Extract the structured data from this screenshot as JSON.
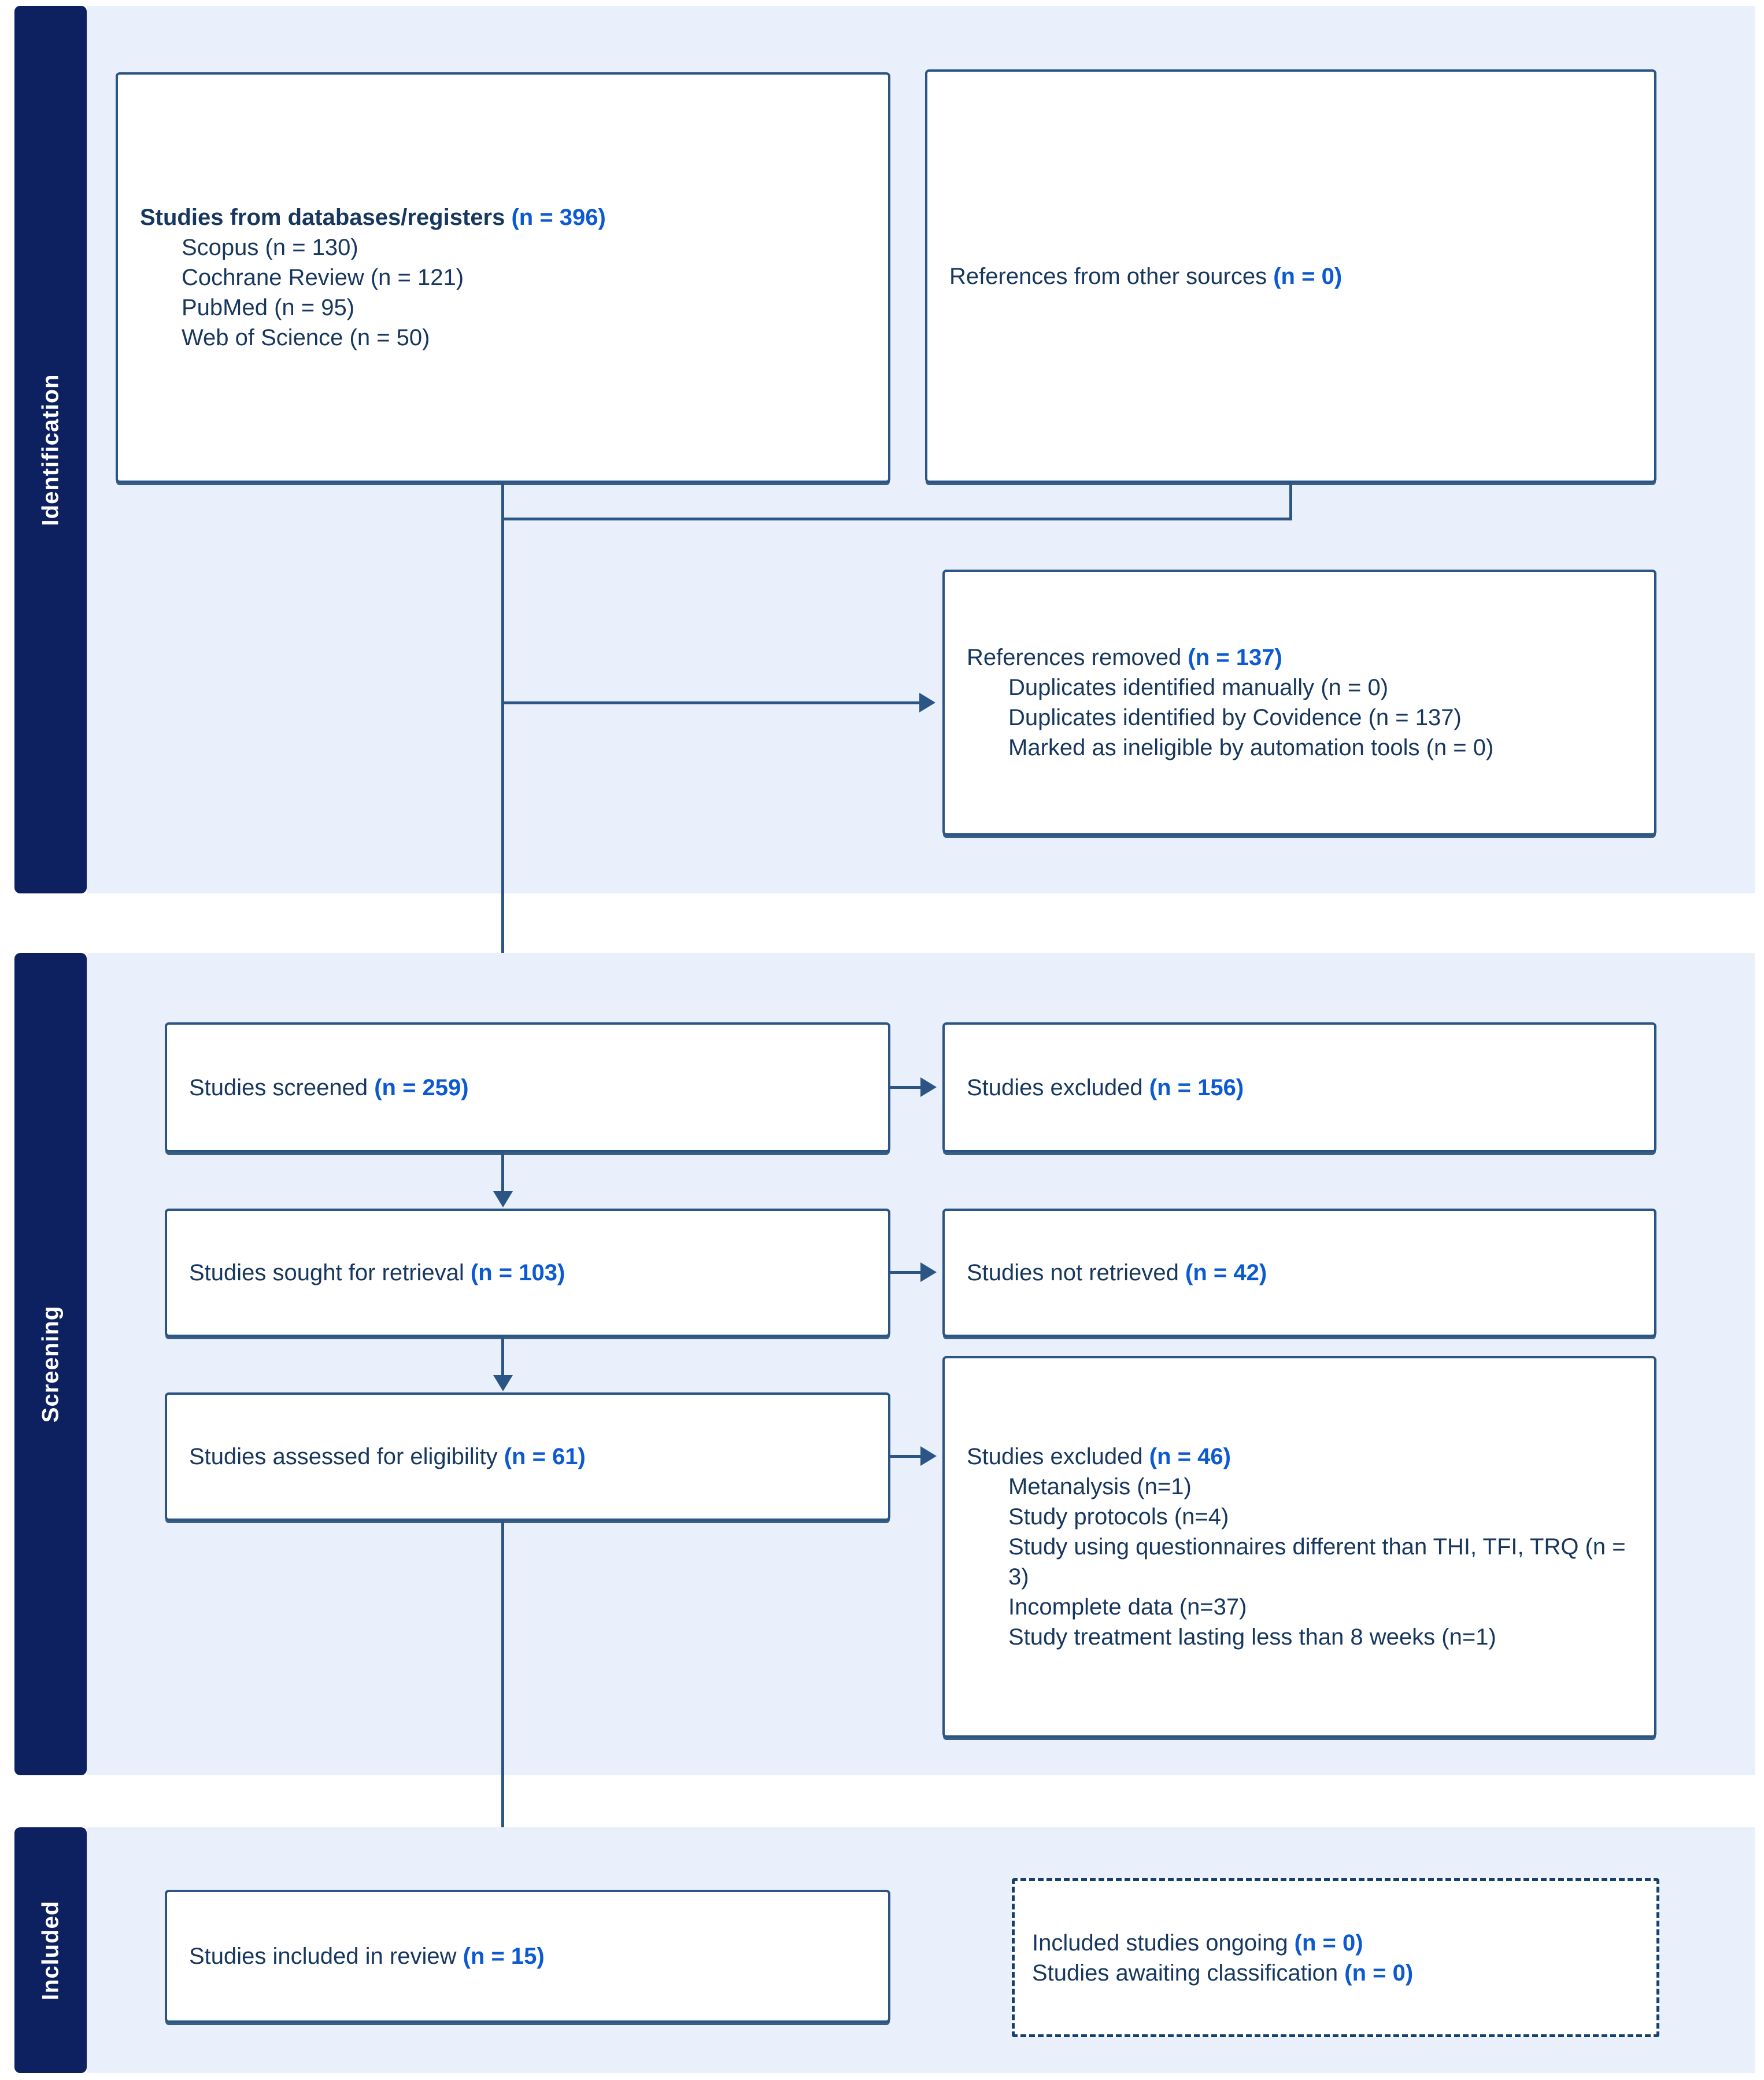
{
  "diagram": {
    "title": "PRISMA flow diagram",
    "accent_dark": "#0d2060",
    "accent_box_border": "#2b5584",
    "accent_text": "#17375e",
    "accent_highlight": "#0c5ad1",
    "panel_bg": "#e9f0fb"
  },
  "phases": {
    "identification": "Identification",
    "screening": "Screening",
    "included": "Included"
  },
  "nodes": {
    "databases": {
      "heading": "Studies from databases/registers ",
      "heading_count": "(n = 396)",
      "items": [
        "Scopus (n = 130)",
        "Cochrane Review (n = 121)",
        "PubMed (n = 95)",
        "Web of Science (n = 50)"
      ]
    },
    "other_sources": {
      "heading": "References from other sources ",
      "heading_count": "(n = 0)"
    },
    "references_removed": {
      "heading": "References removed ",
      "heading_count": "(n = 137)",
      "items": [
        "Duplicates identified manually (n = 0)",
        "Duplicates identified by Covidence (n = 137)",
        "Marked as ineligible by automation tools (n = 0)"
      ]
    },
    "screened": {
      "heading": "Studies screened ",
      "heading_count": "(n = 259)"
    },
    "excluded_screened": {
      "heading": "Studies excluded ",
      "heading_count": "(n = 156)"
    },
    "sought": {
      "heading": "Studies sought for retrieval ",
      "heading_count": "(n = 103)"
    },
    "not_retrieved": {
      "heading": "Studies not retrieved ",
      "heading_count": "(n = 42)"
    },
    "assessed": {
      "heading": "Studies assessed for eligibility ",
      "heading_count": "(n = 61)"
    },
    "excluded_eligibility": {
      "heading": "Studies excluded ",
      "heading_count": "(n = 46)",
      "items": [
        "Metanalysis (n=1)",
        "Study protocols (n=4)",
        "Study using questionnaires different than THI, TFI, TRQ (n = 3)",
        "Incomplete data (n=37)",
        "Study treatment lasting less than 8 weeks (n=1)"
      ]
    },
    "included_review": {
      "heading": "Studies included in review ",
      "heading_count": "(n = 15)"
    },
    "ongoing_awaiting": {
      "line1": "Included studies ongoing ",
      "line1_count": "(n = 0)",
      "line2": "Studies awaiting classification ",
      "line2_count": "(n = 0)"
    }
  }
}
